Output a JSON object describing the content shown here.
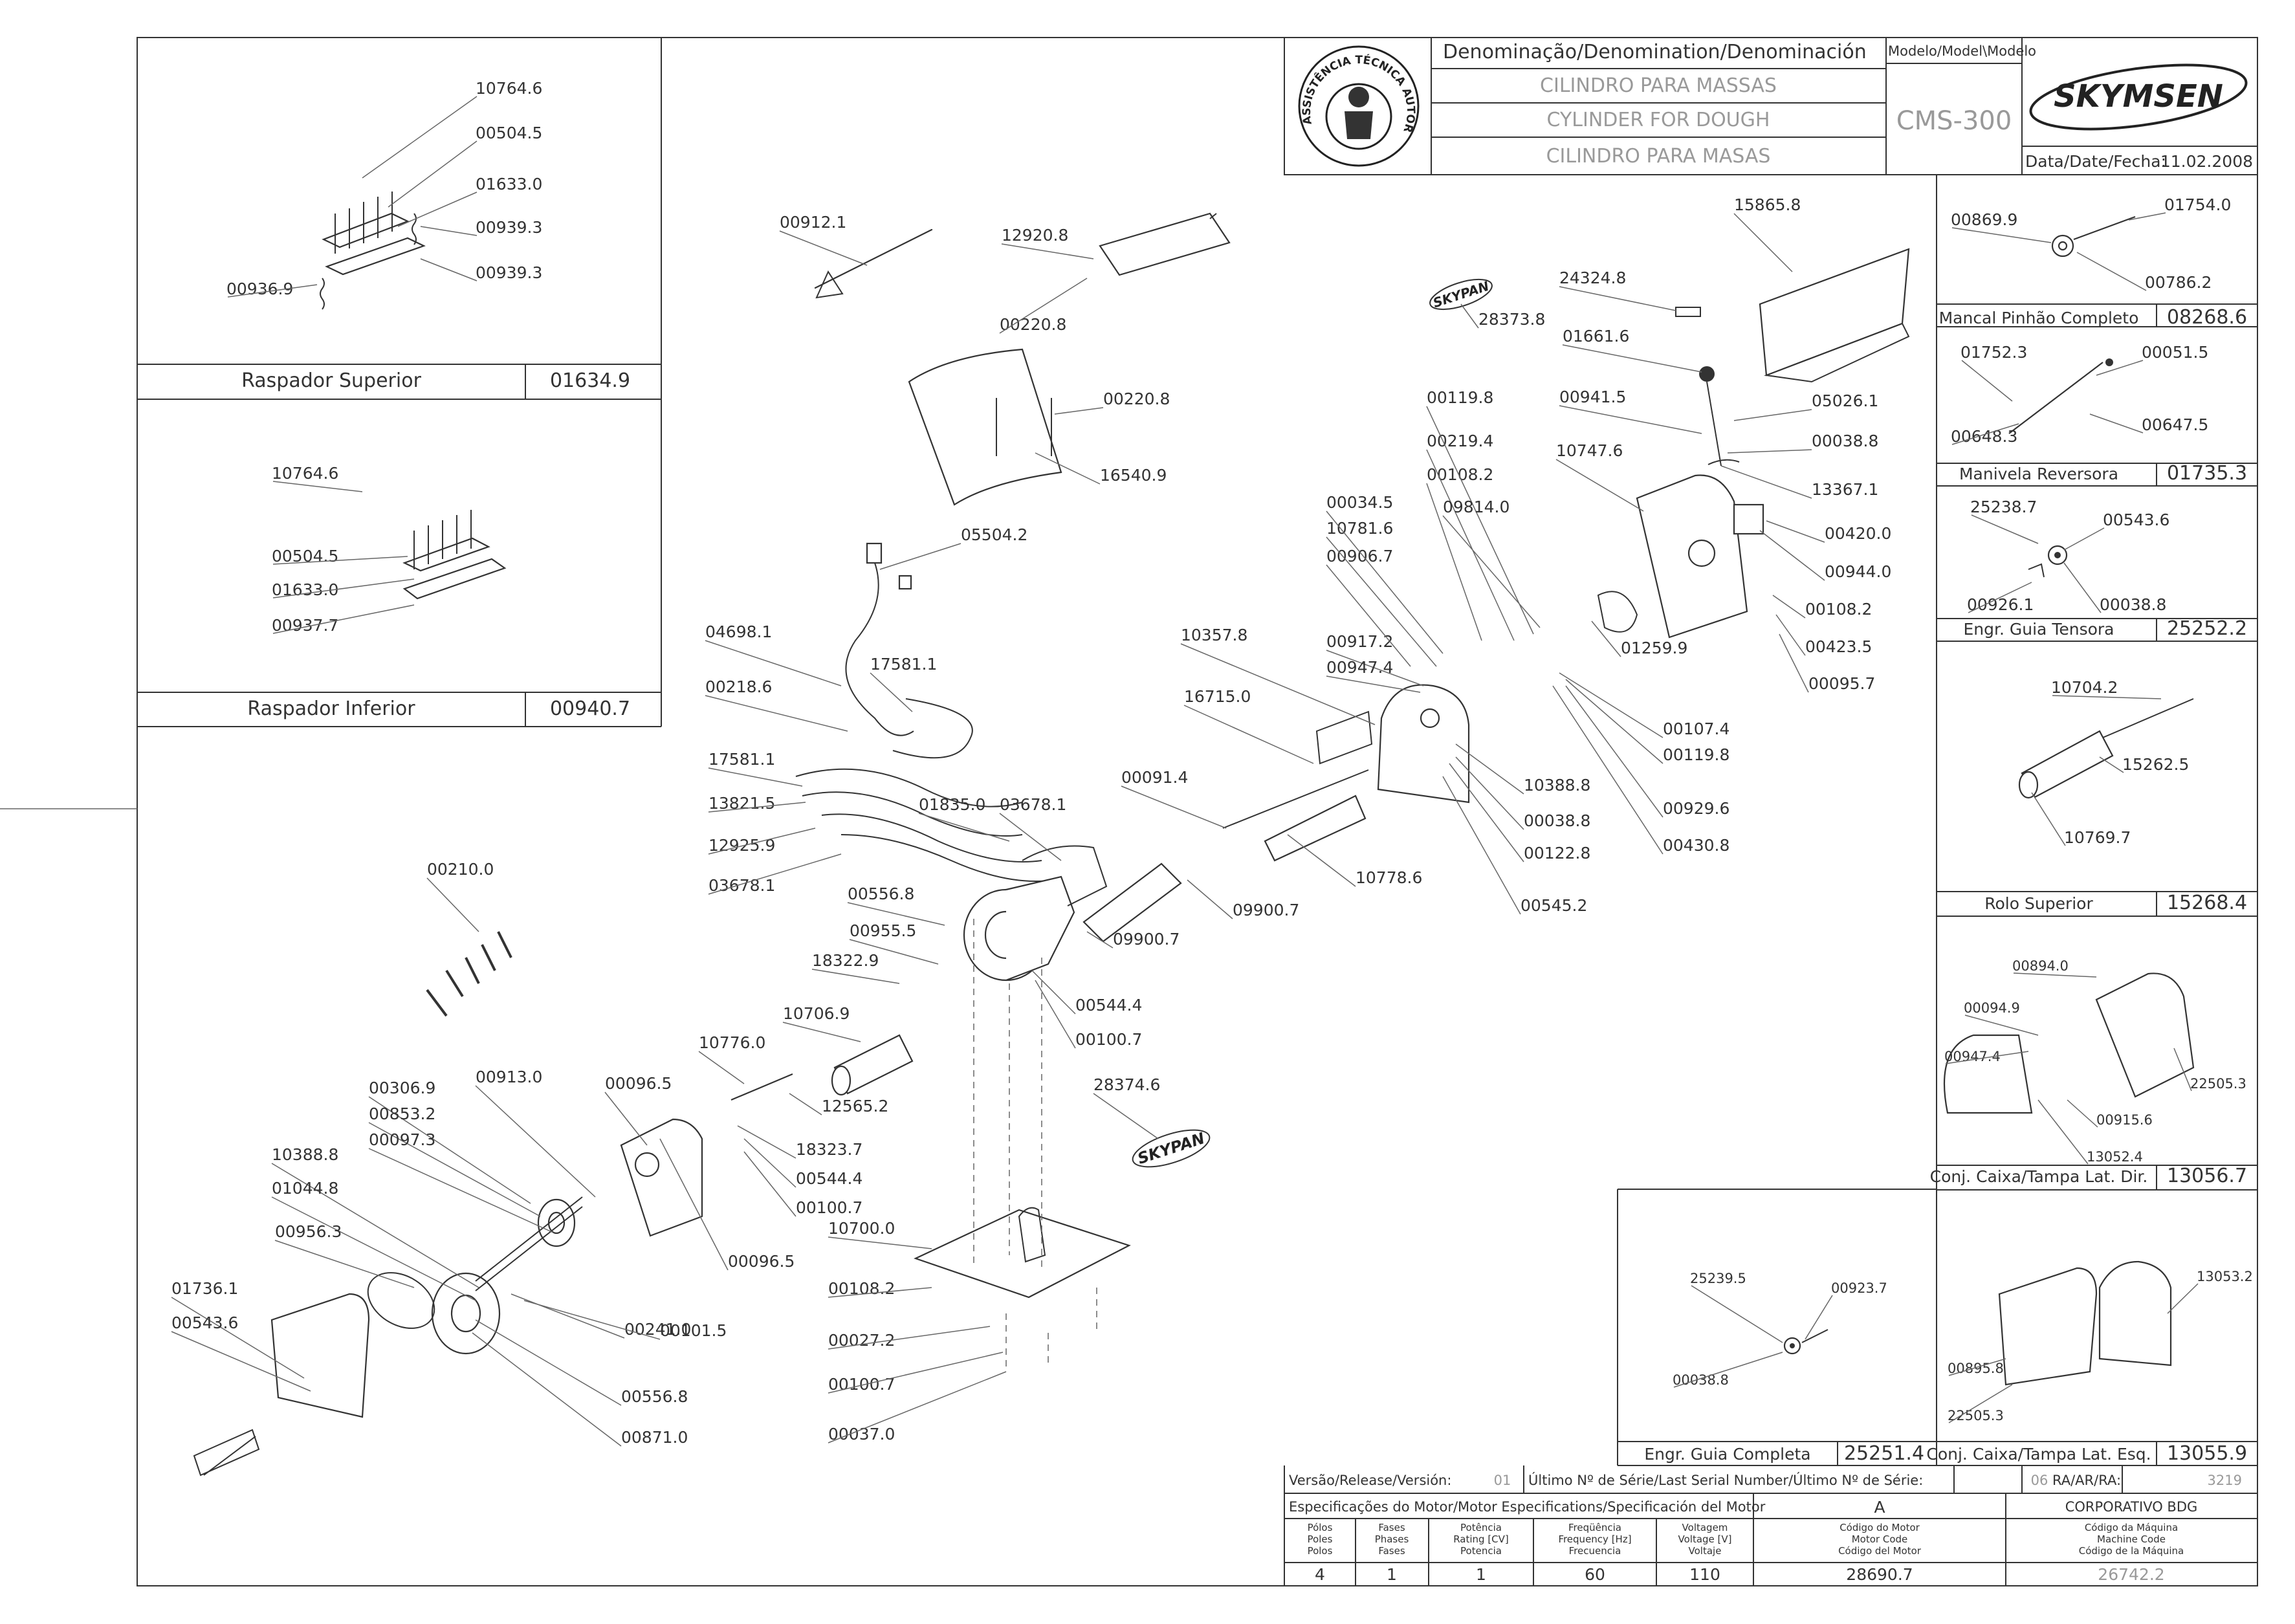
{
  "title_block": {
    "denomination_header": "Denominação/Denomination/Denominación",
    "model_header": "Modelo/Model\\Modelo",
    "name_pt": "CILINDRO PARA MASSAS",
    "name_en": "CYLINDER FOR DOUGH",
    "name_es": "CILINDRO PARA MASAS",
    "model": "CMS-300",
    "brand": "SKYMSEN",
    "date_label": "Data/Date/Fecha:",
    "date": "11.02.2008",
    "seal_text": "ASSISTÊNCIA TÉCNICA AUTORIZADA"
  },
  "assemblies": [
    {
      "name": "Raspador Superior",
      "code": "01634.9",
      "parts": [
        "10764.6",
        "00504.5",
        "01633.0",
        "00939.3",
        "00936.9",
        "00939.3"
      ]
    },
    {
      "name": "Raspador Inferior",
      "code": "00940.7",
      "parts": [
        "10764.6",
        "00504.5",
        "01633.0",
        "00937.7"
      ]
    },
    {
      "name": "Mancal Pinhão Completo",
      "code": "08268.6",
      "parts": [
        "00869.9",
        "01754.0",
        "00786.2"
      ]
    },
    {
      "name": "Manivela Reversora",
      "code": "01735.3",
      "parts": [
        "01752.3",
        "00051.5",
        "00648.3",
        "00647.5"
      ]
    },
    {
      "name": "Engr. Guia Tensora",
      "code": "25252.2",
      "parts": [
        "25238.7",
        "00543.6",
        "00926.1",
        "00038.8"
      ]
    },
    {
      "name": "Rolo Superior",
      "code": "15268.4",
      "parts": [
        "10704.2",
        "15262.5",
        "10769.7"
      ]
    },
    {
      "name": "Conj. Caixa/Tampa Lat. Dir.",
      "code": "13056.7",
      "parts": [
        "00894.0",
        "00094.9",
        "00947.4",
        "00915.6",
        "22505.3",
        "13052.4"
      ]
    },
    {
      "name": "Engr. Guia Completa",
      "code": "25251.4",
      "parts": [
        "25239.5",
        "00923.7",
        "00038.8"
      ]
    },
    {
      "name": "Conj. Caixa/Tampa Lat. Esq.",
      "code": "13055.9",
      "parts": [
        "13053.2",
        "00895.8",
        "22505.3"
      ]
    }
  ],
  "main_parts": [
    "00912.1",
    "12920.8",
    "00220.8",
    "00220.8",
    "16540.9",
    "05504.2",
    "04698.1",
    "17581.1",
    "00218.6",
    "17581.1",
    "13821.5",
    "12925.9",
    "03678.1",
    "01835.0",
    "03678.1",
    "00556.8",
    "00955.5",
    "18322.9",
    "10706.9",
    "10776.0",
    "00210.0",
    "00306.9",
    "00853.2",
    "00097.3",
    "00913.0",
    "00096.5",
    "10388.8",
    "01044.8",
    "00956.3",
    "01736.1",
    "00543.6",
    "00241.0",
    "00101.5",
    "00556.8",
    "00871.0",
    "00096.5",
    "18323.7",
    "00544.4",
    "00100.7",
    "12565.2",
    "10700.0",
    "00108.2",
    "00027.2",
    "00100.7",
    "00037.0",
    "28374.6",
    "00544.4",
    "00100.7",
    "09900.7",
    "09900.7",
    "00091.4",
    "10778.6",
    "16715.0",
    "10357.8",
    "00917.2",
    "00947.4",
    "00906.7",
    "10781.6",
    "00034.5",
    "00108.2",
    "00219.4",
    "00119.8",
    "09814.0",
    "10388.8",
    "00038.8",
    "00122.8",
    "00545.2",
    "00107.4",
    "00119.8",
    "00929.6",
    "00430.8",
    "01259.9",
    "10747.6",
    "00941.5",
    "01661.6",
    "24324.8",
    "28373.8",
    "15865.8",
    "05026.1",
    "00038.8",
    "13367.1",
    "00420.0",
    "00944.0",
    "00108.2",
    "00423.5",
    "00095.7"
  ],
  "logos": {
    "skypan": "SKYPAN"
  },
  "footer": {
    "release_label": "Versão/Release/Versión:",
    "release": "01",
    "serial_label": "Último Nº de Série/Last Serial Number/Último Nº de Série:",
    "serial": "06",
    "ra_label": "RA/AR/RA:",
    "ra": "3219",
    "motor_spec_label": "Especificações do Motor/Motor Especifications/Specificación del Motor",
    "revision": "A",
    "corporate": "CORPORATIVO BDG",
    "cols": [
      {
        "pt": "Pólos",
        "en": "Poles",
        "es": "Polos",
        "value": "4"
      },
      {
        "pt": "Fases",
        "en": "Phases",
        "es": "Fases",
        "value": "1"
      },
      {
        "pt": "Potência",
        "en": "Rating [CV]",
        "es": "Potencia",
        "value": "1"
      },
      {
        "pt": "Freqüência",
        "en": "Frequency [Hz]",
        "es": "Frecuencia",
        "value": "60"
      },
      {
        "pt": "Voltagem",
        "en": "Voltage [V]",
        "es": "Voltaje",
        "value": "110"
      },
      {
        "pt": "Código do Motor",
        "en": "Motor Code",
        "es": "Código del Motor",
        "value": "28690.7"
      },
      {
        "pt": "Código da Máquina",
        "en": "Machine Code",
        "es": "Código de la Máquina",
        "value": "26742.2"
      }
    ]
  }
}
